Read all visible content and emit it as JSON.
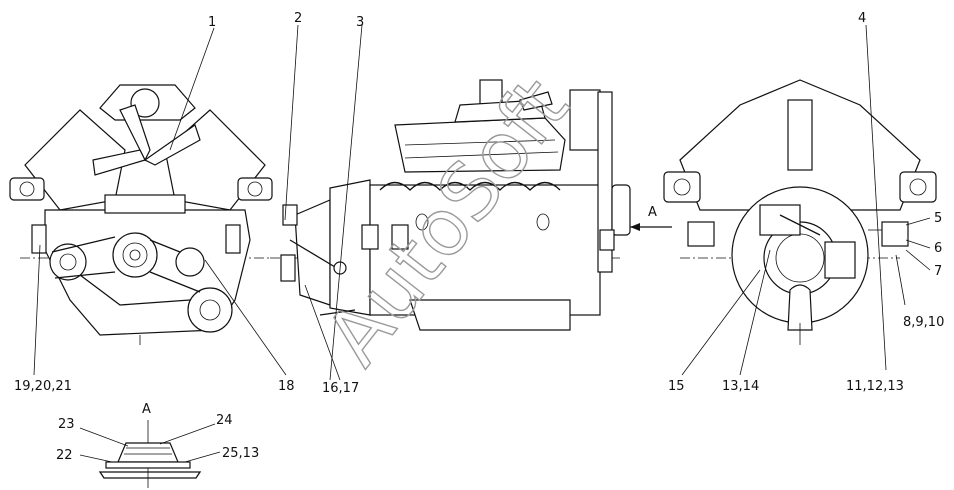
{
  "callouts": {
    "c1": "1",
    "c2": "2",
    "c3": "3",
    "c4": "4",
    "c5": "5",
    "c6": "6",
    "c7": "7",
    "c8_10": "8,9,10",
    "c11_13": "11,12,13",
    "c13_14": "13,14",
    "c15": "15",
    "c16_17": "16,17",
    "c18": "18",
    "c19_21": "19,20,21",
    "c22": "22",
    "c23": "23",
    "c24": "24",
    "c25_13": "25,13"
  },
  "view_labels": {
    "arrow_a": "A",
    "detail_a": "A"
  },
  "watermark": "AutoSoft"
}
